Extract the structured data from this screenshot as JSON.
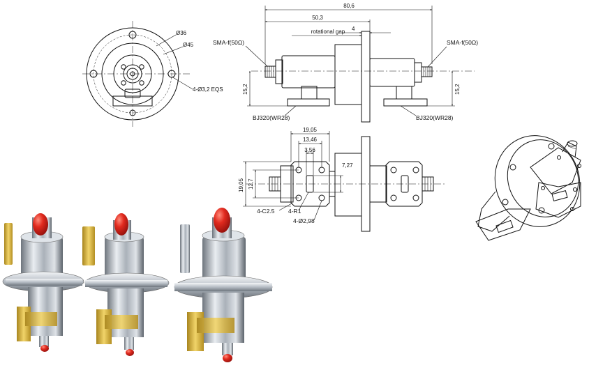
{
  "front_view": {
    "dia_inner": "Ø36",
    "dia_outer": "Ø45",
    "holes": "4-Ø3,2 EQS"
  },
  "side_view": {
    "overall_length": "80,6",
    "length_50": "50,3",
    "rotational_gap": "rotational gap",
    "gap_value": "4",
    "sma_left": "SMA-f(50Ω)",
    "sma_right": "SMA-f(50Ω)",
    "height_left": "15,2",
    "height_right": "15,2",
    "wg_left": "BJ320(WR28)",
    "wg_right": "BJ320(WR28)"
  },
  "top_view": {
    "d1905": "19,05",
    "d1346": "13,46",
    "d356": "3,56",
    "d727": "7,27",
    "v1905": "19,05",
    "v127": "12,7",
    "chamfer": "4-C2.5",
    "radius": "4-R1",
    "holes": "4-Ø2,98"
  },
  "colors": {
    "line": "#111111",
    "aluminum": "#b9bfc6",
    "gold": "#d8b640",
    "red_cap": "#d21818"
  }
}
